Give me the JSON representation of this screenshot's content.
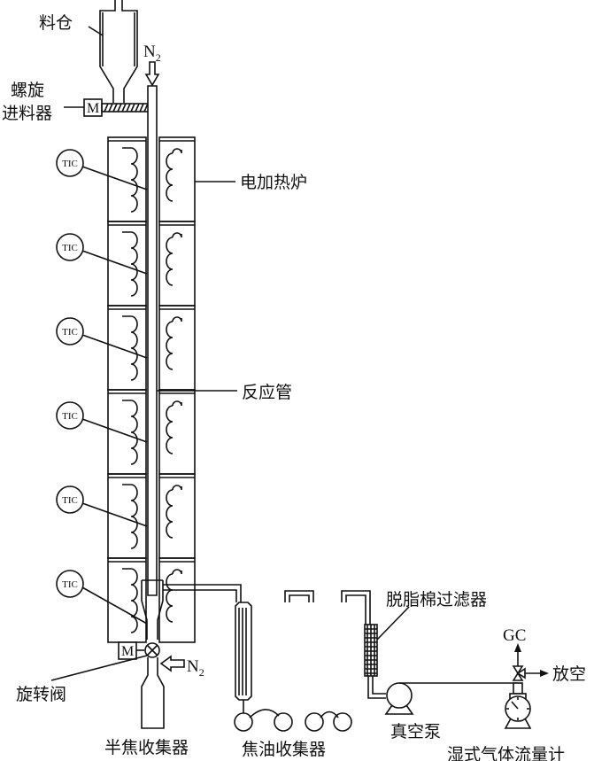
{
  "labels": {
    "hopper": "料仓",
    "screw_feeder_line1": "螺旋",
    "screw_feeder_line2": "进料器",
    "motor": "M",
    "n2_top": "N",
    "n2_sub": "2",
    "furnace": "电加热炉",
    "reaction_tube": "反应管",
    "rotary_valve": "旋转阀",
    "n2_bottom": "N",
    "n2_bottom_sub": "2",
    "char_collector": "半焦收集器",
    "tar_collector": "焦油收集器",
    "cotton_filter": "脱脂棉过滤器",
    "vacuum_pump": "真空泵",
    "gas_meter": "湿式气体流量计",
    "gc": "GC",
    "vent": "放空"
  },
  "tic_label": "TIC",
  "furnace_sections": 6
}
